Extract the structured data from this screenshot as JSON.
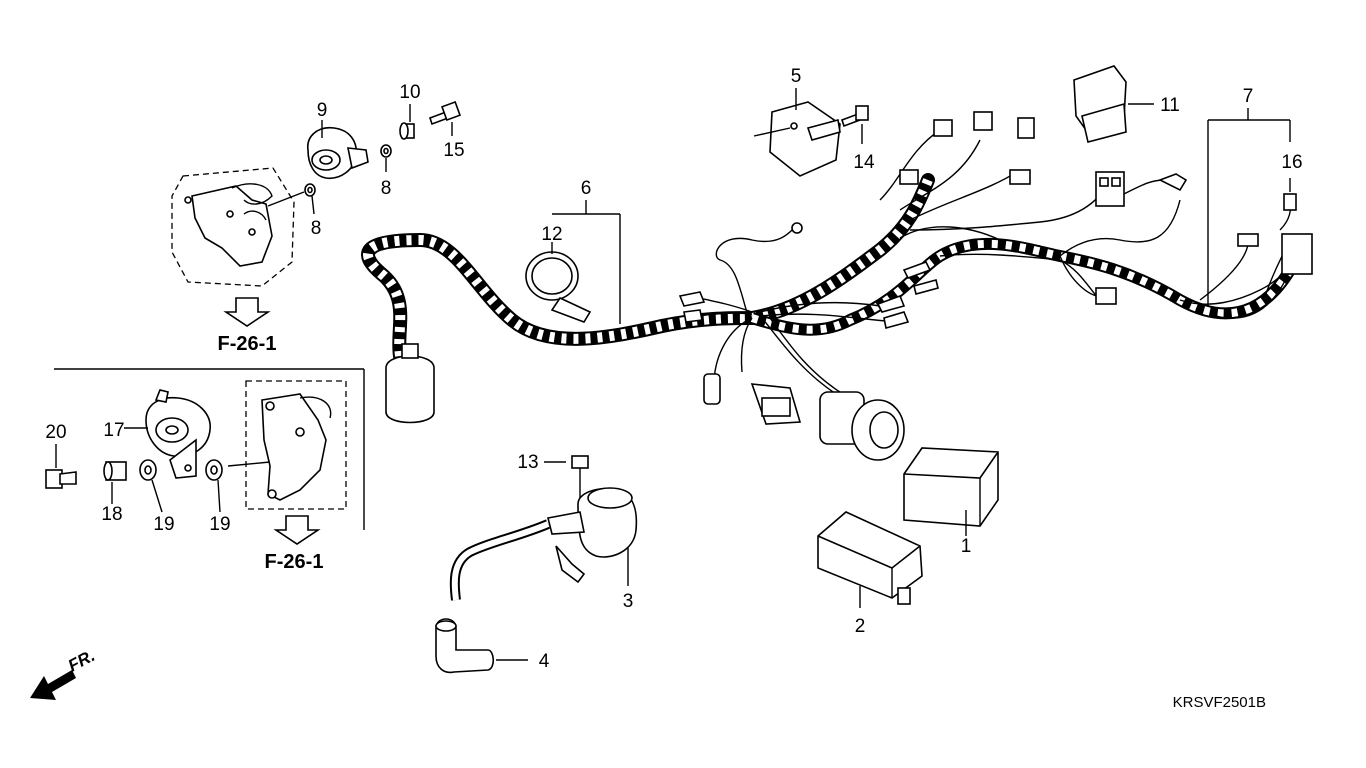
{
  "diagram_code": "KRSVF2501B",
  "front_label": "FR.",
  "ref_labels": {
    "upper": "F-26-1",
    "lower": "F-26-1"
  },
  "callouts": {
    "p1": "1",
    "p2": "2",
    "p3": "3",
    "p4": "4",
    "p5": "5",
    "p6": "6",
    "p7": "7",
    "p8a": "8",
    "p8b": "8",
    "p9": "9",
    "p10": "10",
    "p11": "11",
    "p12": "12",
    "p13": "13",
    "p14": "14",
    "p15": "15",
    "p16": "16",
    "p17": "17",
    "p18": "18",
    "p19a": "19",
    "p19b": "19",
    "p20": "20"
  }
}
